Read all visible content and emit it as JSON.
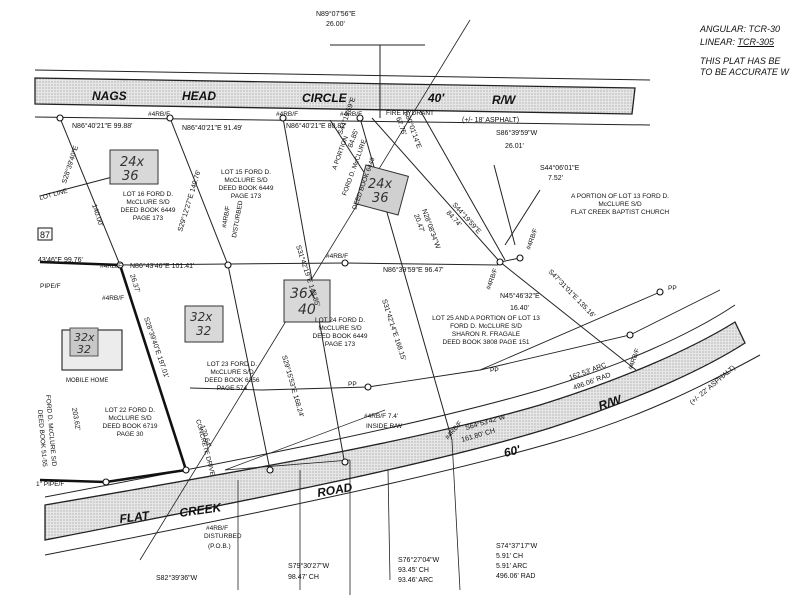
{
  "header": {
    "angular": "ANGULAR: TCR-30",
    "linear_prefix": "LINEAR:",
    "linear_value": "TCR-305",
    "note_line1": "THIS PLAT HAS BE",
    "note_line2": "TO BE ACCURATE W"
  },
  "roads": {
    "nags": "NAGS",
    "head": "HEAD",
    "circle": "CIRCLE",
    "nags_width": "40'",
    "nags_rw": "R/W",
    "nags_asphalt": "(+/- 18' ASPHALT)",
    "flat": "FLAT",
    "creek": "CREEK",
    "road": "ROAD",
    "flat_width": "60'",
    "flat_rw": "R/W",
    "flat_asphalt": "(+/- 22' ASPHALT)"
  },
  "bearings": {
    "b1": "N89°07'56\"E",
    "b1d": "26.00'",
    "b2": "N86°40'21\"E 99.88'",
    "b3": "N86°40'21\"E 91.49'",
    "b4": "N86°40'21\"E 80.82'",
    "b5": "S44°19'59\"E",
    "b5d": "84.85'",
    "b6": "S80°01'14\"E",
    "b6d": "67.75'",
    "b7": "S86°39'59\"W",
    "b7d": "26.01'",
    "b8": "S44°06'01\"E",
    "b8d": "7.52'",
    "b9": "S28°39'40\"E",
    "b10": "S29°12'27\"E 140.76'",
    "b11": "S31°42'19\"E 143.85'",
    "b12": "S44°19'59\"E",
    "b12d": "84.74'",
    "b13": "N28°08'34\"W",
    "b13d": "20.47'",
    "b14": "N86°43'46\"E 99.76'",
    "b15": "N86°43'46\"E 101.41'",
    "b16": "N86°39'59\"E 96.47'",
    "b17": "N45°46'32\"E",
    "b17d": "16.40'",
    "b18": "S47°31'01\"E 135.16'",
    "b19": "S31°42'14\"E 168.15'",
    "b20": "S29°15'53\"E 168.24'",
    "b21": "S28°39'40\"E 197.01'",
    "b22": "S64°53'42\"W",
    "b22d": "161.80' CH",
    "b23": "170.64'",
    "b24": "140.00'",
    "b25": "26.37'",
    "b26": "203.62'",
    "b27": "S28°39'40\"W"
  },
  "arc": {
    "a1": "162.53' ARC",
    "a2": "496.06' RAD"
  },
  "lots": {
    "lot16_l1": "LOT 16 FORD D.",
    "lot16_l2": "McCLURE S/D",
    "lot16_l3": "DEED BOOK 6449",
    "lot16_l4": "PAGE 173",
    "lot15_l1": "LOT 15 FORD D.",
    "lot15_l2": "McCLURE S/D",
    "lot15_l3": "DEED BOOK 6449",
    "lot15_l4": "PAGE 173",
    "portion_l1": "A PORTION OF LOT 13 FORD D.",
    "portion_l2": "McCLURE S/D",
    "portion_l3": "FLAT CREEK BAPTIST CHURCH",
    "lot24_l1": "LOT 24 FORD D.",
    "lot24_l2": "McCLURE S/D",
    "lot24_l3": "DEED BOOK 6449",
    "lot24_l4": "PAGE 173",
    "lot25_l1": "LOT 25 AND A PORTION OF LOT 13",
    "lot25_l2": "FORD D. McCLURE S/D",
    "lot25_l3": "SHARON R. FRAGALE",
    "lot25_l4": "DEED BOOK 3808 PAGE 151",
    "lot23_l1": "LOT 23 FORD D.",
    "lot23_l2": "McCLURE S/D",
    "lot23_l3": "DEED BOOK 6256",
    "lot23_l4": "PAGE 574",
    "lot22_l1": "LOT 22 FORD D.",
    "lot22_l2": "McCLURE S/D",
    "lot22_l3": "DEED BOOK 6719",
    "lot22_l4": "PAGE 30",
    "vert_l1": "FORD D. McCLURE S/D",
    "vert_l2": "DEED BOOK 51-55",
    "lot_line": "LOT LINE",
    "mobile_home": "MOBILE HOME",
    "concrete_drive": "CONCRETE DRIVE",
    "portion_a": "A PORTION",
    "lot_a": "FORD D. McCLURE",
    "lot_b": "DEED BOOK 6449"
  },
  "buildings": {
    "bldg1_top": "24x",
    "bldg1_bot": "36",
    "bldg2_top": "24x",
    "bldg2_bot": "36",
    "bldg3_top": "36x",
    "bldg3_bot": "40",
    "bldg4_top": "32x",
    "bldg4_bot": "32",
    "bldg5_top": "32x",
    "bldg5_bot": "32"
  },
  "markers": {
    "irf": "#4RB/F",
    "fire_hydrant": "FIRE HYDRANT",
    "disturbed": "DISTURBED",
    "pp": "PP",
    "pipe": "1\" PIPE/F",
    "pipe2": "PIPE/F",
    "inside_rw": "INSIDE R/W",
    "irf_74": "#4RB/F 7.4'",
    "pob": "(P.O.B.)",
    "irf_disturbed_1": "#4RB/F",
    "irf_disturbed_2": "DISTURBED",
    "ref87": "87",
    "ref_left": "43'46\"E 99.76'",
    "b_w": "W"
  },
  "bottom": {
    "c1_l1": "S82°39'36\"W",
    "c2_l1": "S79°30'27\"W",
    "c2_l2": "98.47' CH",
    "c3_l1": "S76°27'04\"W",
    "c3_l2": "93.45' CH",
    "c3_l3": "93.46' ARC",
    "c4_l1": "S74°37'17\"W",
    "c4_l2": "5.91' CH",
    "c4_l3": "5.91' ARC",
    "c4_l4": "496.06' RAD"
  }
}
